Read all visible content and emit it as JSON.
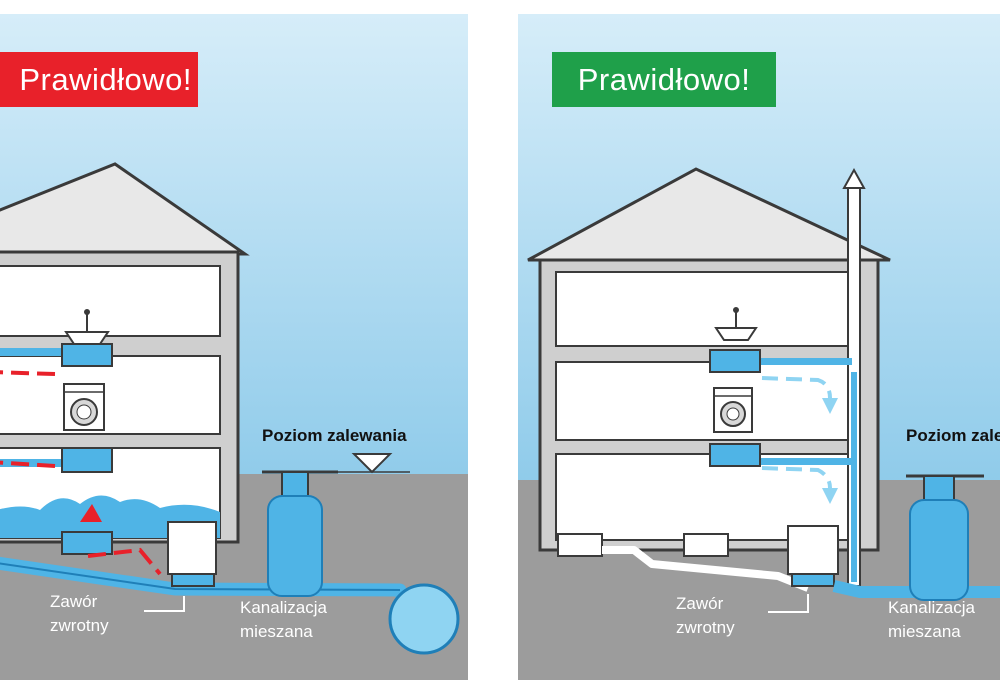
{
  "panels": {
    "left": {
      "banner": "Prawidłowo!",
      "flood_level": "Poziom zalewania",
      "valve": [
        "Zawór",
        "zwrotny"
      ],
      "sewer": [
        "Kanalizacja",
        "mieszana"
      ]
    },
    "right": {
      "banner": "Prawidłowo!",
      "flood_level": "Poziom zalewania",
      "valve": [
        "Zawór",
        "zwrotny"
      ],
      "sewer": [
        "Kanalizacja",
        "mieszana"
      ]
    }
  },
  "colors": {
    "sky_top": "#cfe9f7",
    "sky_bottom": "#8fcbea",
    "ground": "#9c9c9c",
    "wall": "#ffffff",
    "outline": "#3a3a3a",
    "water": "#4fb4e6",
    "water_dark": "#1f7fb8",
    "banner_wrong": "#e8212a",
    "banner_right": "#1fa04a",
    "danger": "#e8212a"
  },
  "icons": [
    "sink-icon",
    "washing-machine-icon",
    "floor-drain-icon",
    "backflow-valve-icon",
    "manhole-icon",
    "sewer-pipe-icon",
    "vent-pipe-icon"
  ]
}
